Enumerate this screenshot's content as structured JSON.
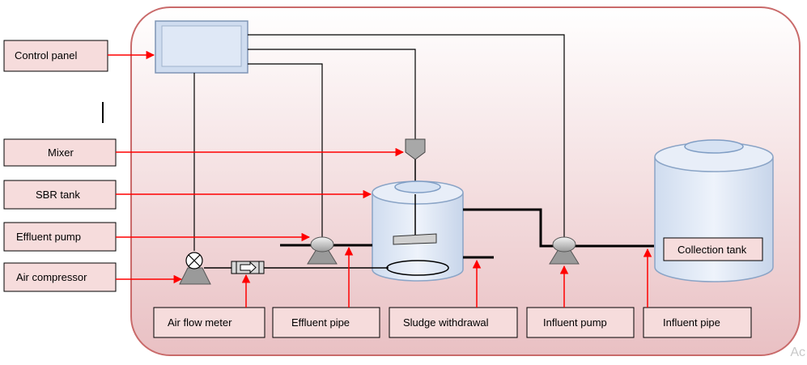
{
  "labels": {
    "control_panel": "Control panel",
    "mixer": "Mixer",
    "sbr_tank": "SBR tank",
    "effluent_pump": "Effluent pump",
    "air_compressor": "Air compressor",
    "air_flow_meter": "Air flow meter",
    "effluent_pipe": "Effluent pipe",
    "sludge_withdrawal": "Sludge withdrawal",
    "influent_pump": "Influent pump",
    "influent_pipe": "Influent pipe",
    "collection_tank": "Collection tank"
  },
  "watermark": "Ac",
  "colors": {
    "panel_border": "#c96a6a",
    "panel_fill_top": "#ffffff",
    "panel_fill_bottom": "#e9c0c3",
    "label_fill": "#f6dcdc",
    "arrow": "#ff0000",
    "tank_fill": "#dde6f4",
    "tank_stroke": "#8aa4c6"
  }
}
